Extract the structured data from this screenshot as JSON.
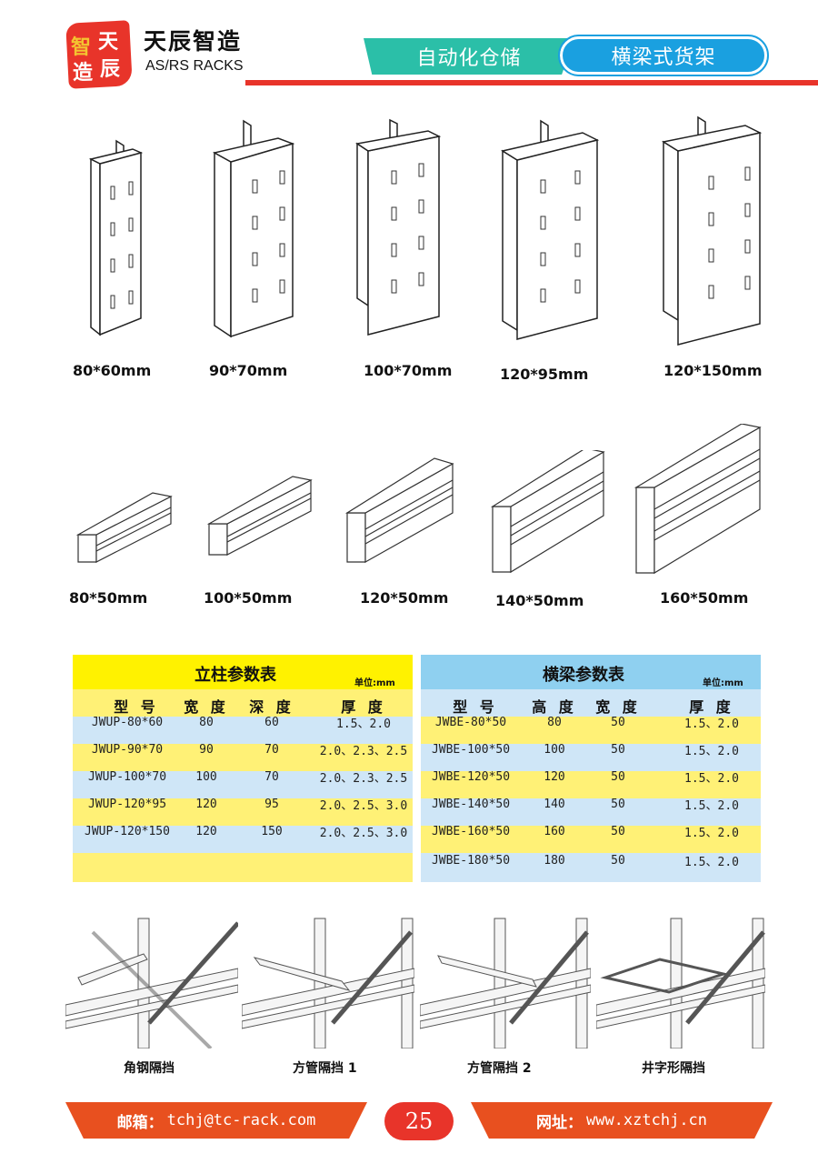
{
  "header": {
    "logo_chars": [
      "智",
      "天",
      "造",
      "辰"
    ],
    "brand_cn": "天辰智造",
    "brand_en": "AS/RS RACKS",
    "banner_left": "自动化仓储",
    "banner_right": "横梁式货架"
  },
  "uprights": [
    {
      "label": "80*60mm"
    },
    {
      "label": "90*70mm"
    },
    {
      "label": "100*70mm"
    },
    {
      "label": "120*95mm"
    },
    {
      "label": "120*150mm"
    }
  ],
  "beams": [
    {
      "label": "80*50mm"
    },
    {
      "label": "100*50mm"
    },
    {
      "label": "120*50mm"
    },
    {
      "label": "140*50mm"
    },
    {
      "label": "160*50mm"
    }
  ],
  "upright_table": {
    "title": "立柱参数表",
    "unit": "单位:mm",
    "headers": [
      "型 号",
      "宽 度",
      "深 度",
      "厚 度"
    ],
    "rows": [
      [
        "JWUP-80*60",
        "80",
        "60",
        "1.5、2.0"
      ],
      [
        "JWUP-90*70",
        "90",
        "70",
        "2.0、2.3、2.5"
      ],
      [
        "JWUP-100*70",
        "100",
        "70",
        "2.0、2.3、2.5"
      ],
      [
        "JWUP-120*95",
        "120",
        "95",
        "2.0、2.5、3.0"
      ],
      [
        "JWUP-120*150",
        "120",
        "150",
        "2.0、2.5、3.0"
      ]
    ]
  },
  "beam_table": {
    "title": "横梁参数表",
    "unit": "单位:mm",
    "headers": [
      "型 号",
      "高 度",
      "宽 度",
      "厚 度"
    ],
    "rows": [
      [
        "JWBE-80*50",
        "80",
        "50",
        "1.5、2.0"
      ],
      [
        "JWBE-100*50",
        "100",
        "50",
        "1.5、2.0"
      ],
      [
        "JWBE-120*50",
        "120",
        "50",
        "1.5、2.0"
      ],
      [
        "JWBE-140*50",
        "140",
        "50",
        "1.5、2.0"
      ],
      [
        "JWBE-160*50",
        "160",
        "50",
        "1.5、2.0"
      ],
      [
        "JWBE-180*50",
        "180",
        "50",
        "1.5、2.0"
      ]
    ]
  },
  "accessories": [
    {
      "label": "角钢隔挡"
    },
    {
      "label": "方管隔挡 1"
    },
    {
      "label": "方管隔挡 2"
    },
    {
      "label": "井字形隔挡"
    }
  ],
  "footer": {
    "email_label": "邮箱：",
    "email": "tchj@tc-rack.com",
    "page": "25",
    "web_label": "网址：",
    "website": "www.xztchj.cn"
  },
  "colors": {
    "brand_red": "#e8342a",
    "banner_teal": "#2bbfa8",
    "banner_blue": "#1aa0e0",
    "footer_orange": "#e8501f",
    "table_yellow": "#fff176",
    "table_blue": "#cfe6f7",
    "table_header_blue": "#8fd0f0",
    "table_header_yellow": "#fff200"
  }
}
